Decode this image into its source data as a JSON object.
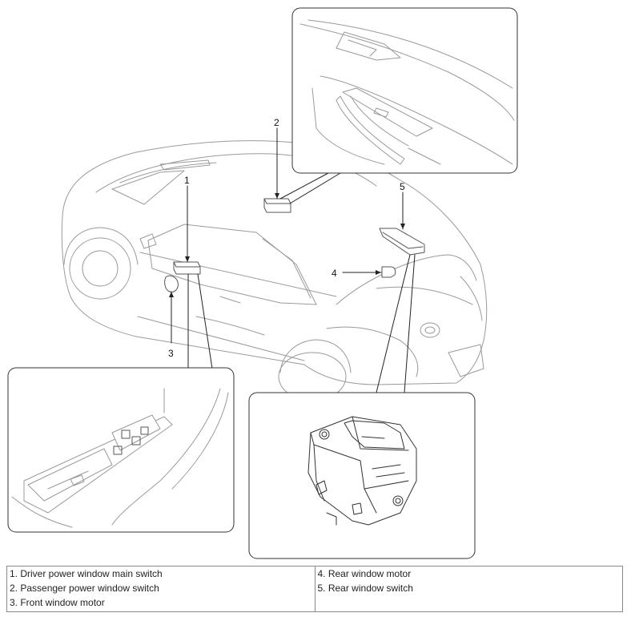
{
  "callouts": [
    "1",
    "2",
    "3",
    "4",
    "5"
  ],
  "legend": {
    "left": [
      "1. Driver power window main switch",
      "2. Passenger power window switch",
      "3. Front window motor"
    ],
    "right": [
      "4. Rear window motor",
      "5. Rear window switch"
    ]
  }
}
